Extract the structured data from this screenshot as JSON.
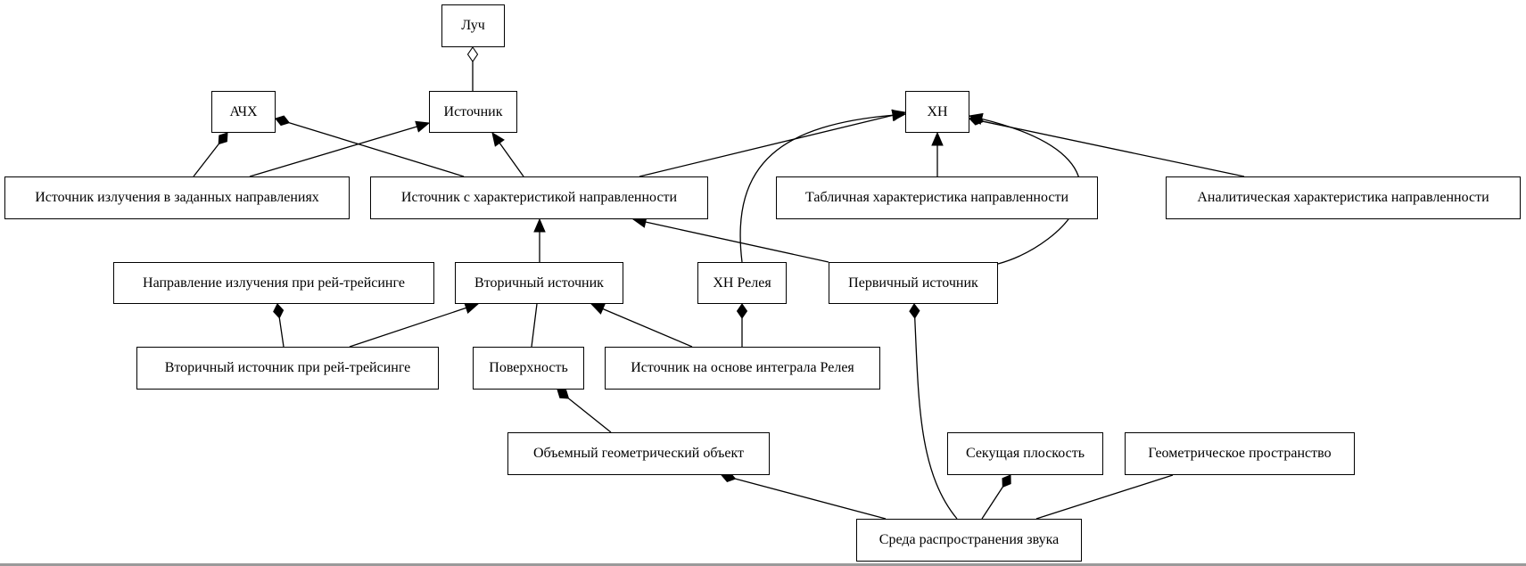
{
  "nodes": {
    "luch": "Луч",
    "achx": "АЧХ",
    "istochnik": "Источник",
    "xn": "ХН",
    "ist_zadannye": "Источник излучения в заданных направлениях",
    "ist_xn": "Источник с характеристикой направленности",
    "tabl_xn": "Табличная характеристика направленности",
    "analit_xn": "Аналитическая характеристика направленности",
    "napr_rt": "Направление излучения при рей-трейсинге",
    "vtor_ist": "Вторичный источник",
    "xn_releya": "ХН Релея",
    "perv_ist": "Первичный источник",
    "vtor_rt": "Вторичный источник при рей-трейсинге",
    "poverhnost": "Поверхность",
    "ist_releya": "Источник на основе интеграла Релея",
    "obem_obj": "Объемный геометрический объект",
    "sek_plosk": "Секущая плоскость",
    "geom_prostr": "Геометрическое пространство",
    "sreda": "Среда распространения звука"
  },
  "edges": [
    {
      "from": "istochnik",
      "to": "luch",
      "kind": "aggregation"
    },
    {
      "from": "ist_zadannye",
      "to": "achx",
      "kind": "composition"
    },
    {
      "from": "ist_zadannye",
      "to": "istochnik",
      "kind": "inheritance"
    },
    {
      "from": "ist_xn",
      "to": "achx",
      "kind": "composition"
    },
    {
      "from": "ist_xn",
      "to": "istochnik",
      "kind": "inheritance"
    },
    {
      "from": "ist_xn",
      "to": "xn",
      "kind": "inheritance"
    },
    {
      "from": "xn_releya",
      "to": "xn",
      "kind": "inheritance"
    },
    {
      "from": "tabl_xn",
      "to": "xn",
      "kind": "inheritance"
    },
    {
      "from": "perv_ist",
      "to": "xn",
      "kind": "inheritance"
    },
    {
      "from": "analit_xn",
      "to": "xn",
      "kind": "composition"
    },
    {
      "from": "vtor_ist",
      "to": "ist_xn",
      "kind": "inheritance"
    },
    {
      "from": "perv_ist",
      "to": "ist_xn",
      "kind": "inheritance"
    },
    {
      "from": "vtor_rt",
      "to": "napr_rt",
      "kind": "composition"
    },
    {
      "from": "vtor_rt",
      "to": "vtor_ist",
      "kind": "inheritance"
    },
    {
      "from": "poverhnost",
      "to": "vtor_ist",
      "kind": "association"
    },
    {
      "from": "ist_releya",
      "to": "vtor_ist",
      "kind": "inheritance"
    },
    {
      "from": "ist_releya",
      "to": "xn_releya",
      "kind": "composition"
    },
    {
      "from": "obem_obj",
      "to": "poverhnost",
      "kind": "composition"
    },
    {
      "from": "sreda",
      "to": "obem_obj",
      "kind": "composition"
    },
    {
      "from": "sreda",
      "to": "perv_ist",
      "kind": "composition"
    },
    {
      "from": "sreda",
      "to": "sek_plosk",
      "kind": "composition"
    },
    {
      "from": "sreda",
      "to": "geom_prostr",
      "kind": "association"
    }
  ]
}
